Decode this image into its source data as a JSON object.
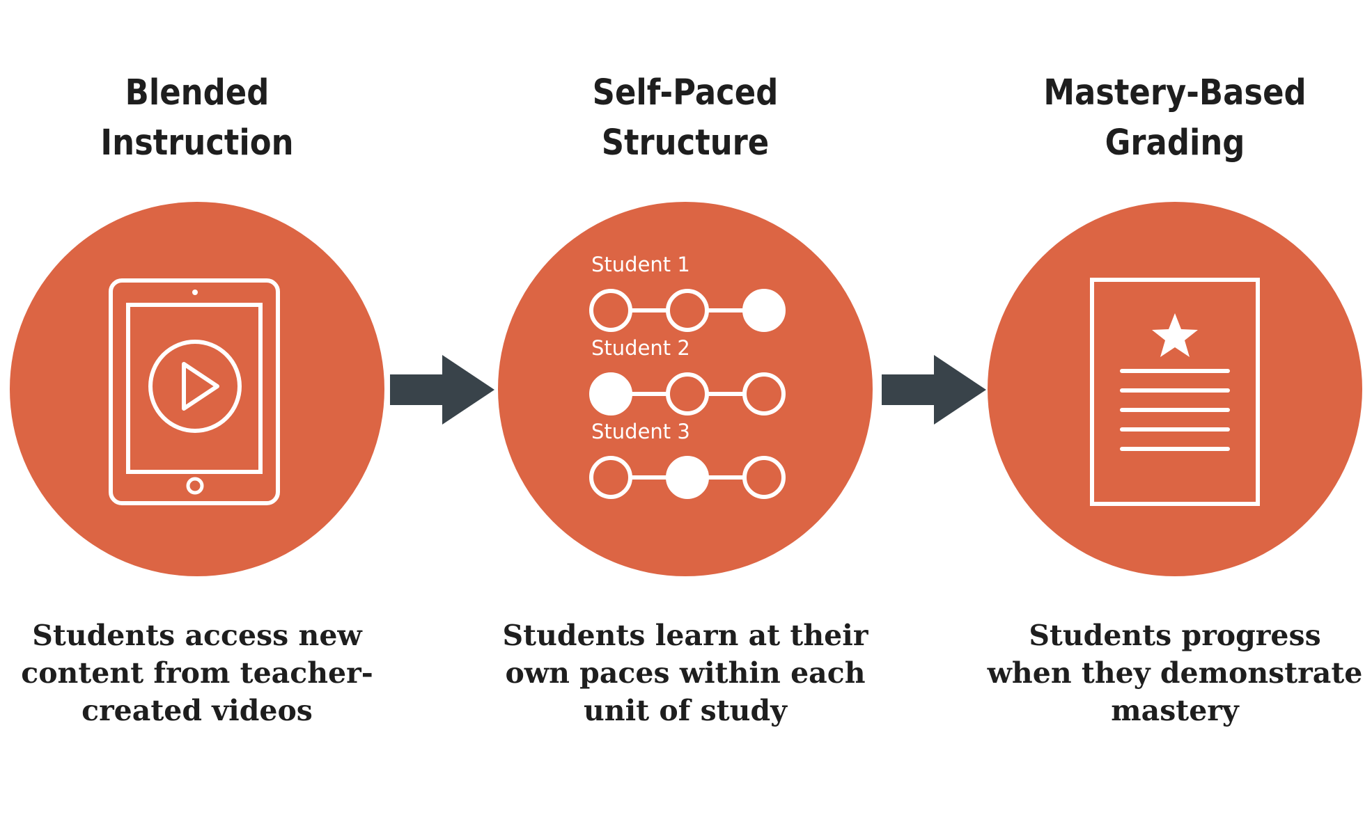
{
  "pillars": [
    {
      "title_lines": [
        "Blended",
        "Instruction"
      ],
      "description_lines": [
        "Students access new",
        "content from teacher-",
        "created videos"
      ],
      "icon": "tablet-video-icon"
    },
    {
      "title_lines": [
        "Self-Paced",
        "Structure"
      ],
      "description_lines": [
        "Students learn at their",
        "own paces within each",
        "unit of study"
      ],
      "icon": "student-progress-icon",
      "students": [
        {
          "label": "Student 1",
          "filled": [
            false,
            false,
            true
          ]
        },
        {
          "label": "Student 2",
          "filled": [
            true,
            false,
            false
          ]
        },
        {
          "label": "Student 3",
          "filled": [
            false,
            true,
            false
          ]
        }
      ]
    },
    {
      "title_lines": [
        "Mastery-Based",
        "Grading"
      ],
      "description_lines": [
        "Students progress",
        "when they demonstrate",
        "mastery"
      ],
      "icon": "graded-document-icon"
    }
  ],
  "colors": {
    "circle": "#dc6544",
    "arrow": "#39434a",
    "text": "#1e1e1e"
  }
}
